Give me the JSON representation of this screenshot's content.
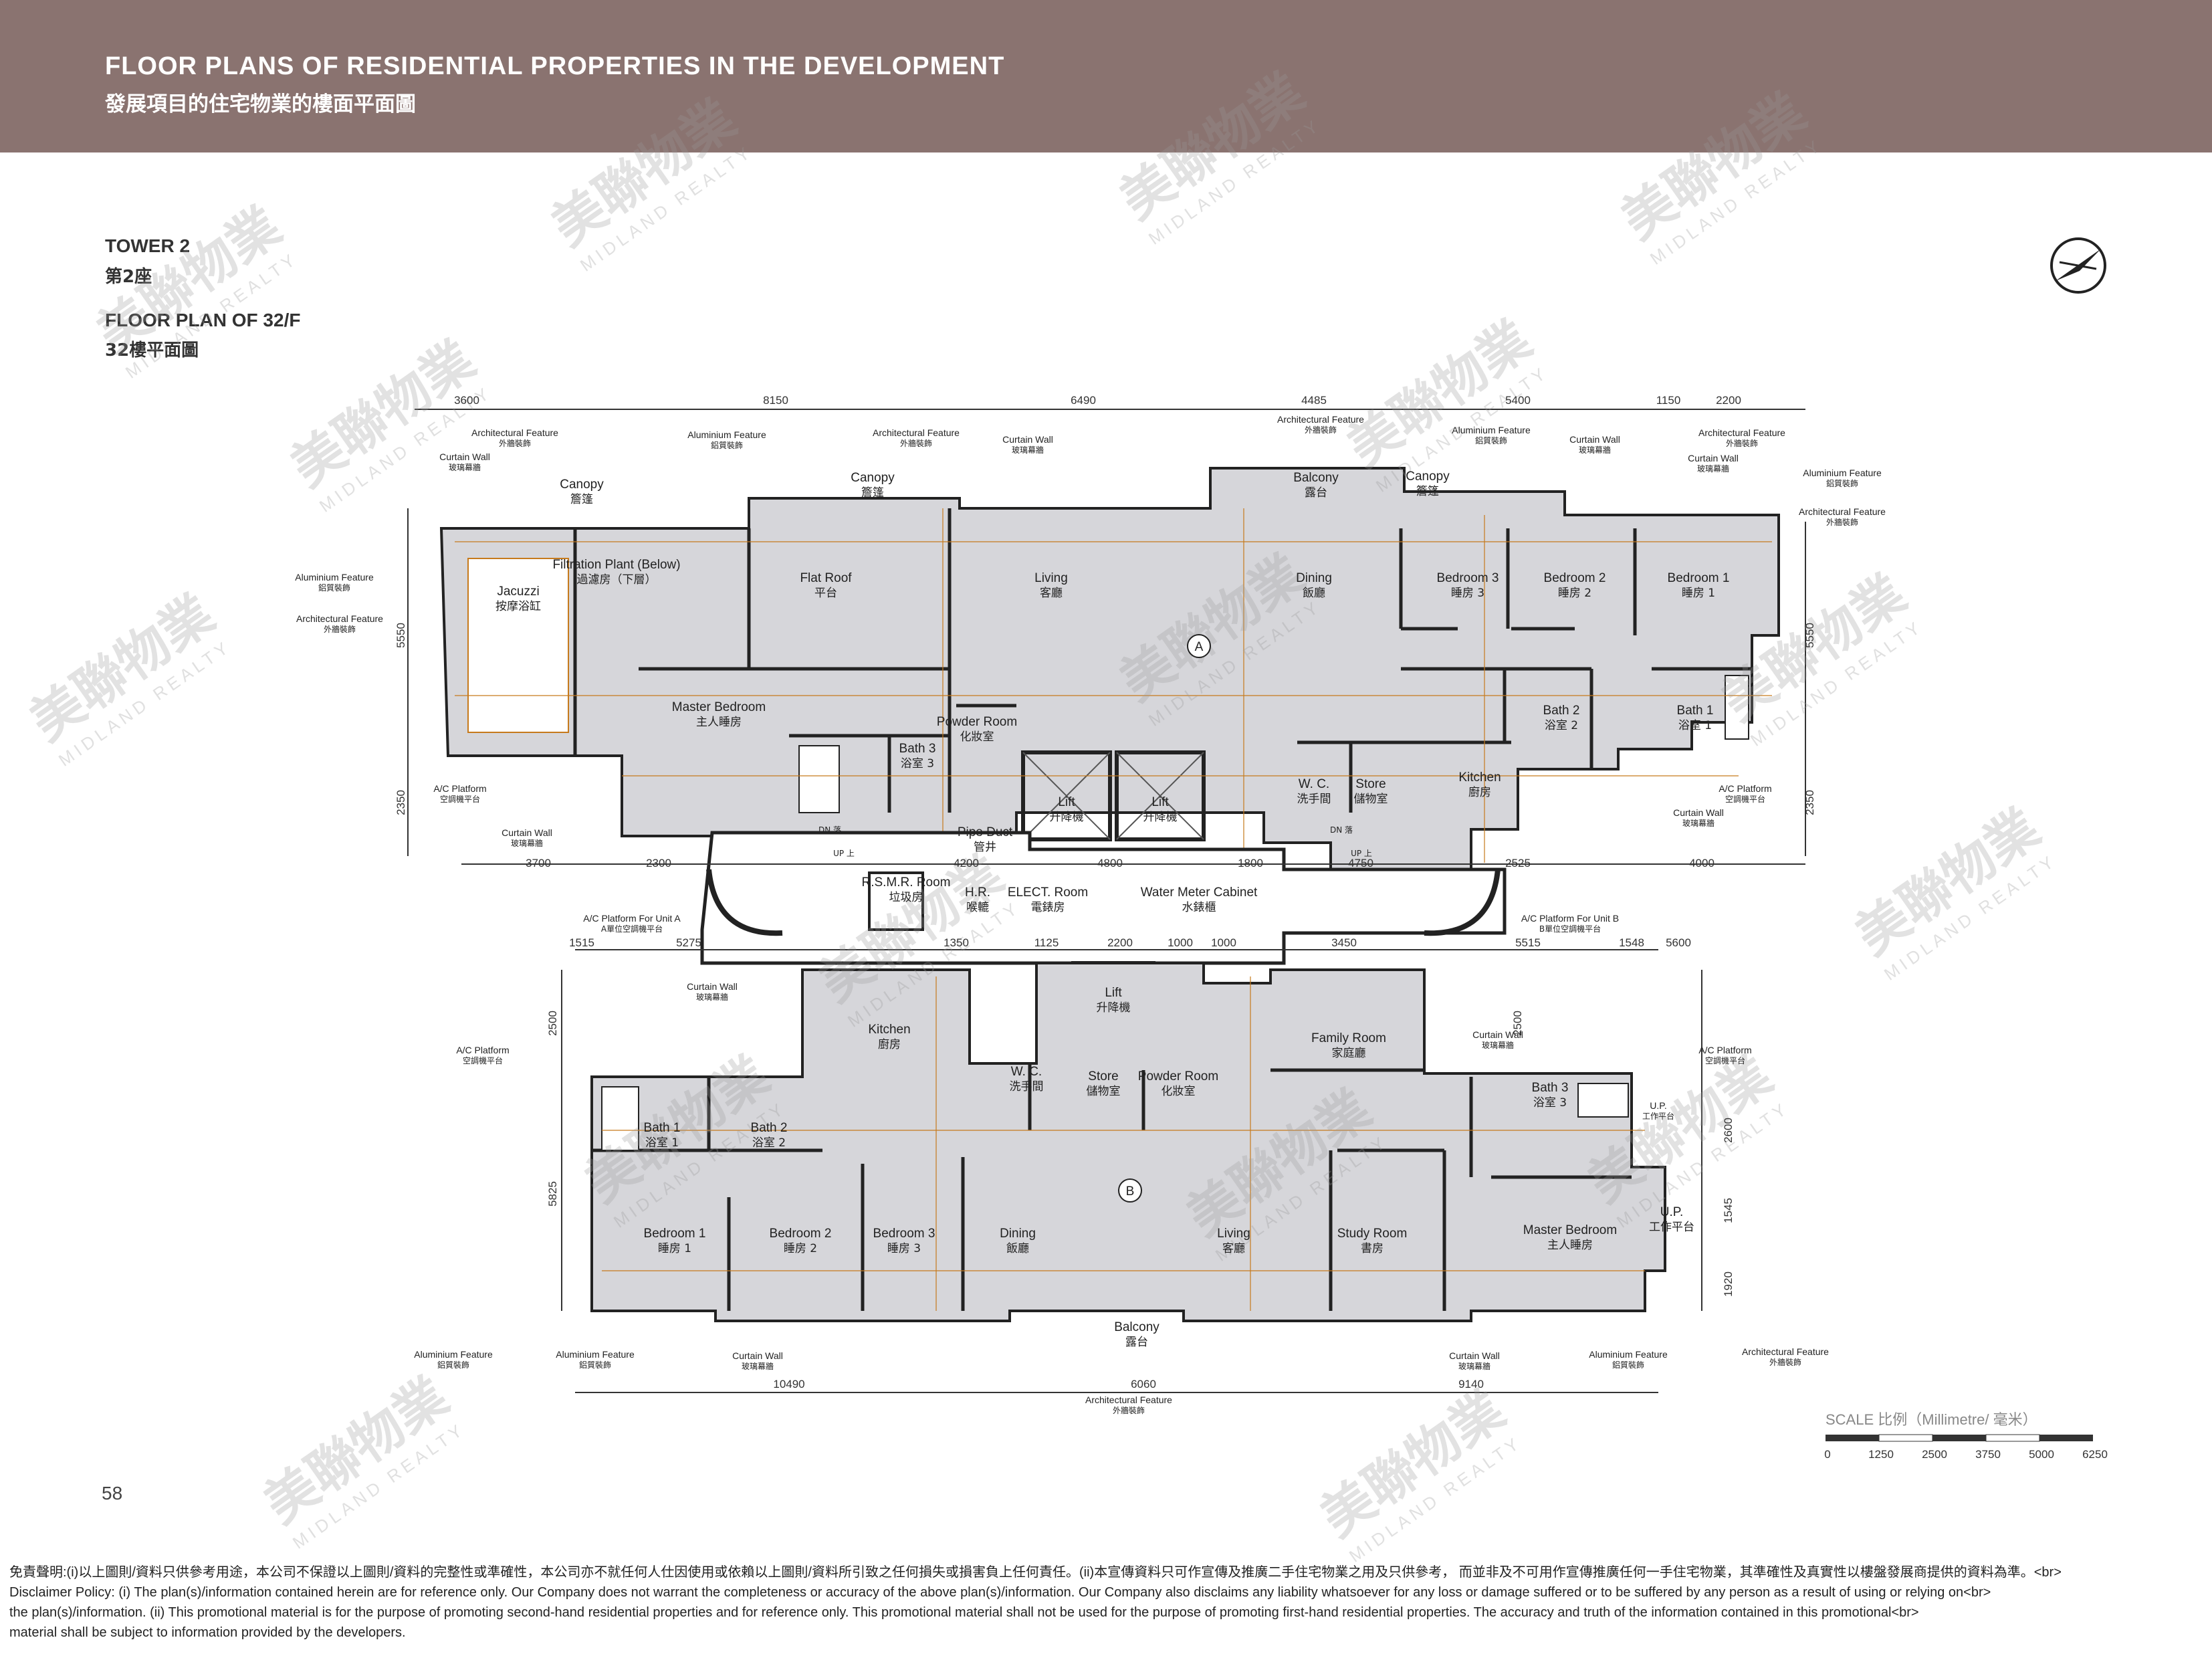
{
  "header": {
    "title_en": "FLOOR PLANS OF RESIDENTIAL PROPERTIES IN THE DEVELOPMENT",
    "title_zh": "發展項目的住宅物業的樓面平面圖"
  },
  "tower": {
    "en": "TOWER 2",
    "zh": "第2座"
  },
  "floor": {
    "en": "FLOOR PLAN OF 32/F",
    "zh": "32樓平面圖"
  },
  "unit_labels": [
    "A",
    "B"
  ],
  "top_dimensions": [
    "3600",
    "8150",
    "6490",
    "4485",
    "5400",
    "1150",
    "2200"
  ],
  "mid_dimensions_upper": [
    "3700",
    "2300",
    "4200",
    "4800",
    "1800",
    "4750",
    "2525",
    "4000"
  ],
  "mid_dimensions_lower": [
    "1515",
    "5275",
    "1350",
    "1125",
    "2200",
    "1000",
    "1000",
    "3450",
    "5515",
    "1548",
    "5600"
  ],
  "bottom_dimensions": [
    "10490",
    "6060",
    "9140"
  ],
  "side_dimensions": {
    "left": [
      "5550",
      "2350",
      "2500",
      "5825"
    ],
    "right": [
      "5550",
      "2350",
      "2500",
      "2600",
      "1545",
      "1920"
    ]
  },
  "unit_a_rooms": [
    {
      "en": "Jacuzzi",
      "zh": "按摩浴缸"
    },
    {
      "en": "Filtration Plant (Below)",
      "zh": "過濾房（下層）"
    },
    {
      "en": "Flat Roof",
      "zh": "平台"
    },
    {
      "en": "Living",
      "zh": "客廳"
    },
    {
      "en": "Dining",
      "zh": "飯廳"
    },
    {
      "en": "Bedroom 3",
      "zh": "睡房 3"
    },
    {
      "en": "Bedroom 2",
      "zh": "睡房 2"
    },
    {
      "en": "Bedroom 1",
      "zh": "睡房 1"
    },
    {
      "en": "Master Bedroom",
      "zh": "主人睡房"
    },
    {
      "en": "Bath 3",
      "zh": "浴室 3"
    },
    {
      "en": "Powder Room",
      "zh": "化妝室"
    },
    {
      "en": "Lift",
      "zh": "升降機"
    },
    {
      "en": "Lift",
      "zh": "升降機"
    },
    {
      "en": "W. C.",
      "zh": "洗手間"
    },
    {
      "en": "Store",
      "zh": "儲物室"
    },
    {
      "en": "Kitchen",
      "zh": "廚房"
    },
    {
      "en": "Bath 2",
      "zh": "浴室 2"
    },
    {
      "en": "Bath 1",
      "zh": "浴室 1"
    },
    {
      "en": "Balcony",
      "zh": "露台"
    },
    {
      "en": "Canopy",
      "zh": "簷篷"
    },
    {
      "en": "Canopy",
      "zh": "簷篷"
    },
    {
      "en": "Canopy",
      "zh": "簷篷"
    }
  ],
  "core_rooms": [
    {
      "en": "Pipe Duct",
      "zh": "管井"
    },
    {
      "en": "R.S.M.R. Room",
      "zh": "垃圾房"
    },
    {
      "en": "H.R.",
      "zh": "喉轆"
    },
    {
      "en": "ELECT. Room",
      "zh": "電錶房"
    },
    {
      "en": "Water Meter Cabinet",
      "zh": "水錶櫃"
    },
    {
      "en": "Lift",
      "zh": "升降機"
    }
  ],
  "unit_b_rooms": [
    {
      "en": "Kitchen",
      "zh": "廚房"
    },
    {
      "en": "W. C.",
      "zh": "洗手間"
    },
    {
      "en": "Store",
      "zh": "儲物室"
    },
    {
      "en": "Powder Room",
      "zh": "化妝室"
    },
    {
      "en": "Family Room",
      "zh": "家庭廳"
    },
    {
      "en": "Bath 3",
      "zh": "浴室 3"
    },
    {
      "en": "Bath 1",
      "zh": "浴室 1"
    },
    {
      "en": "Bath 2",
      "zh": "浴室 2"
    },
    {
      "en": "Bedroom 1",
      "zh": "睡房 1"
    },
    {
      "en": "Bedroom 2",
      "zh": "睡房 2"
    },
    {
      "en": "Bedroom 3",
      "zh": "睡房 3"
    },
    {
      "en": "Dining",
      "zh": "飯廳"
    },
    {
      "en": "Living",
      "zh": "客廳"
    },
    {
      "en": "Study Room",
      "zh": "書房"
    },
    {
      "en": "Master Bedroom",
      "zh": "主人睡房"
    },
    {
      "en": "Balcony",
      "zh": "露台"
    },
    {
      "en": "U.P.",
      "zh": "工作平台"
    }
  ],
  "annotations": [
    {
      "en": "Architectural Feature",
      "zh": "外牆裝飾"
    },
    {
      "en": "Aluminium Feature",
      "zh": "鋁質裝飾"
    },
    {
      "en": "Curtain Wall",
      "zh": "玻璃幕牆"
    },
    {
      "en": "A/C Platform",
      "zh": "空調機平台"
    },
    {
      "en": "A/C Platform For Unit A",
      "zh": "A單位空調機平台"
    },
    {
      "en": "A/C Platform For Unit B",
      "zh": "B單位空調機平台"
    },
    {
      "en": "U.P.",
      "zh": "工作平台"
    }
  ],
  "stair_marks": [
    "DN 落",
    "UP 上",
    "UP 上",
    "DN 落"
  ],
  "scale": {
    "label": "SCALE 比例（Millimetre/ 毫米）",
    "ticks": [
      "0",
      "1250",
      "2500",
      "3750",
      "5000",
      "6250"
    ]
  },
  "watermark": {
    "zh": "美聯物業",
    "en": "MIDLAND REALTY"
  },
  "page_number": "58",
  "disclaimer": {
    "line1": "免責聲明:(i)以上圖則/資料只供參考用途，本公司不保證以上圖則/資料的完整性或準確性，本公司亦不就任何人仕因使用或依賴以上圖則/資料所引致之任何損失或損害負上任何責任。(ii)本宣傳資料只可作宣傳及推廣二手住宅物業之用及只供參考， 而並非及不可用作宣傳推廣任何一手住宅物業，其準確性及真實性以樓盤發展商提供的資料為準。<br>",
    "line2": "Disclaimer Policy: (i) The plan(s)/information contained herein are for reference only. Our Company does not warrant the completeness or accuracy of the above plan(s)/information. Our Company also disclaims any liability whatsoever for any loss or damage suffered or to be suffered by any person as a result of using or relying on<br>",
    "line3": "the plan(s)/information. (ii) This promotional material is for the purpose of promoting second-hand residential properties and for reference only. This promotional material shall not be used for the purpose of promoting first-hand residential properties. The accuracy and truth of the information contained in this promotional<br>",
    "line4": "material shall be subject to information provided by the developers."
  },
  "colors": {
    "header_bg": "#8a7370",
    "unit_fill": "#d6d6da",
    "dimension_orange": "#c67a1c"
  }
}
